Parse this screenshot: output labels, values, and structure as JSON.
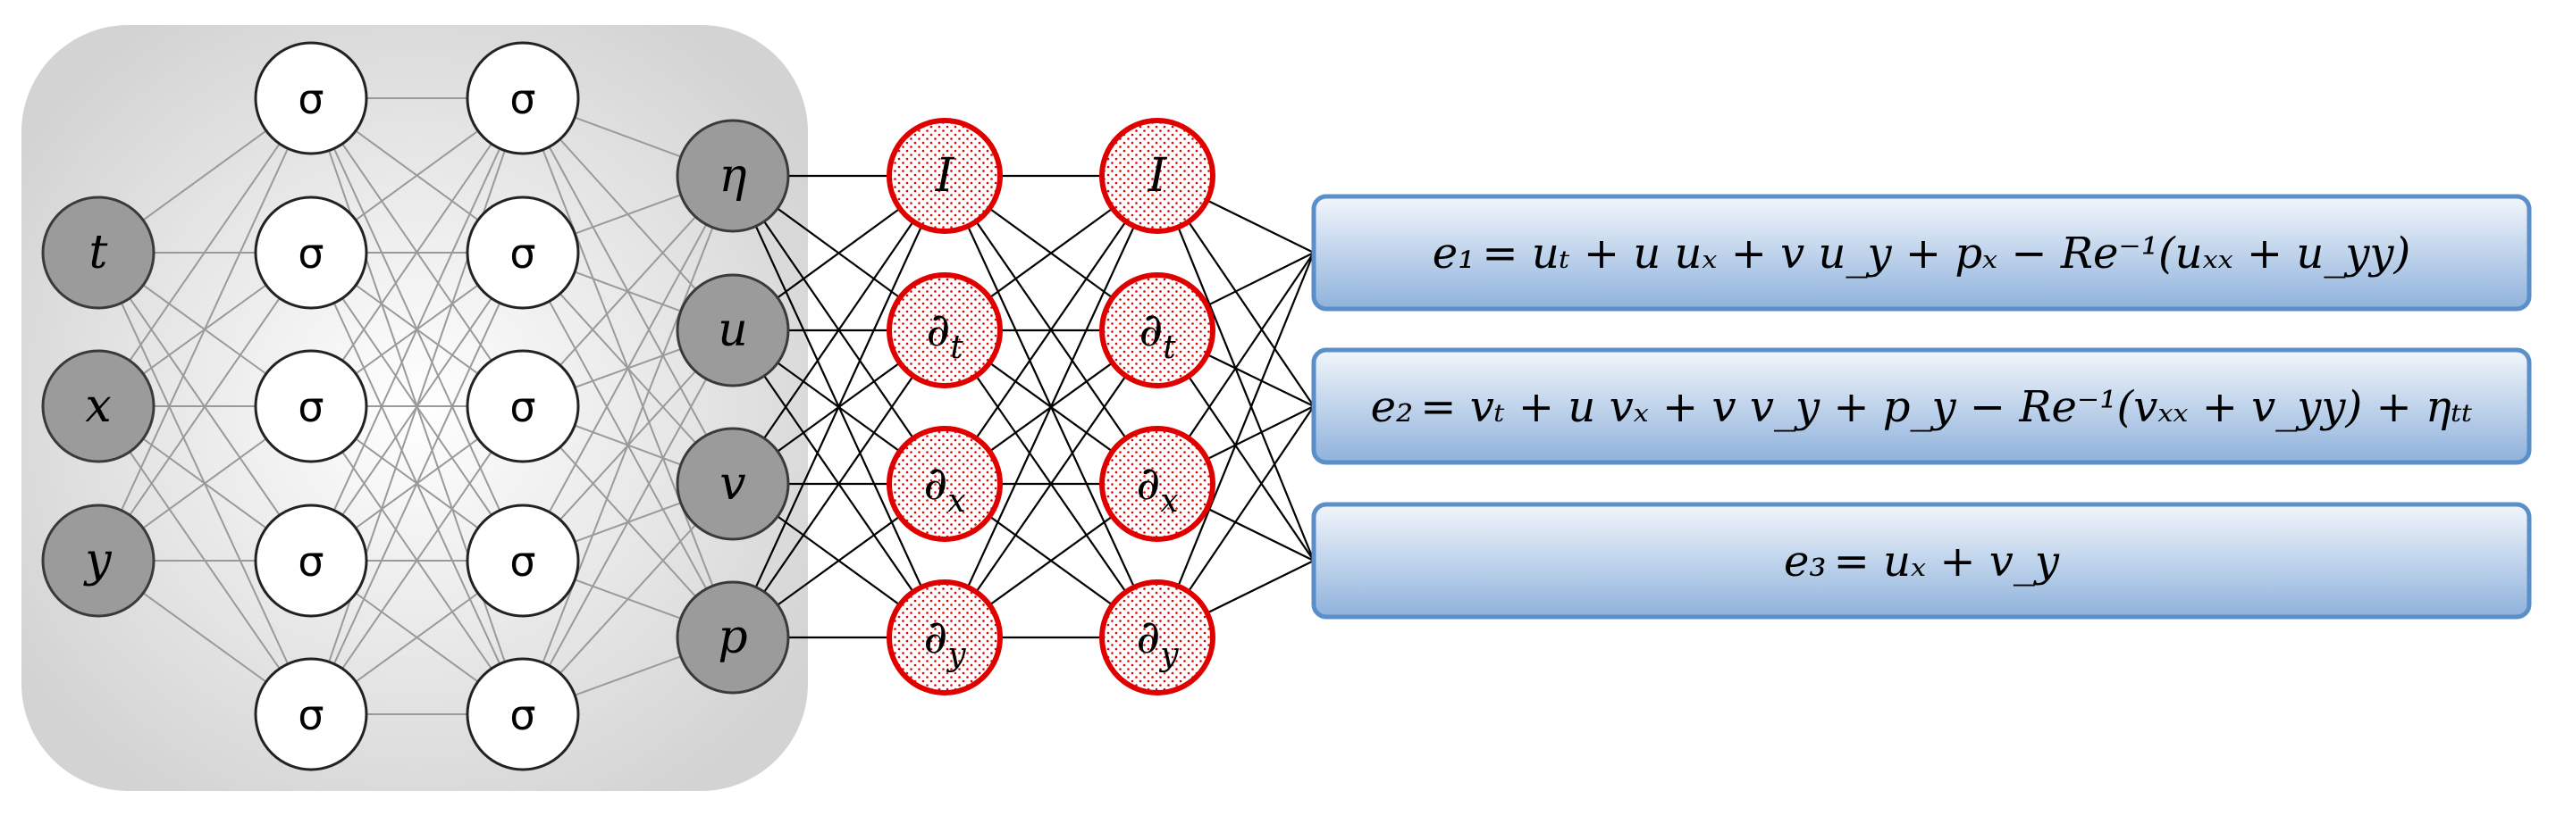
{
  "colors": {
    "input_node_fill": "#9b9b9b",
    "hidden_node_fill": "#ffffff",
    "output_node_fill": "#9b9b9b",
    "operator_border": "#e00000",
    "operator_dots": "#e00000",
    "equation_fill_top": "#eef4fb",
    "equation_fill_bottom": "#8fb2dc",
    "equation_border": "#5b8fc9",
    "network_panel": "#d6d6d6"
  },
  "network": {
    "inputs": [
      "t",
      "x",
      "y"
    ],
    "hidden_layer_1": [
      "σ",
      "σ",
      "σ",
      "σ",
      "σ"
    ],
    "hidden_layer_2": [
      "σ",
      "σ",
      "σ",
      "σ",
      "σ"
    ],
    "outputs": [
      "η",
      "u",
      "v",
      "p"
    ]
  },
  "operators": {
    "layer_1": [
      {
        "symbol": "I",
        "sub": ""
      },
      {
        "symbol": "∂",
        "sub": "t"
      },
      {
        "symbol": "∂",
        "sub": "x"
      },
      {
        "symbol": "∂",
        "sub": "y"
      }
    ],
    "layer_2": [
      {
        "symbol": "I",
        "sub": ""
      },
      {
        "symbol": "∂",
        "sub": "t"
      },
      {
        "symbol": "∂",
        "sub": "x"
      },
      {
        "symbol": "∂",
        "sub": "y"
      }
    ]
  },
  "equations": [
    {
      "lhs": "e₁",
      "rhs": "= uₜ + u uₓ + v u_y + pₓ − Re⁻¹(uₓₓ + u_yy)"
    },
    {
      "lhs": "e₂",
      "rhs": "= vₜ + u vₓ + v v_y + p_y − Re⁻¹(vₓₓ + v_yy) + ηₜₜ"
    },
    {
      "lhs": "e₃",
      "rhs": "= uₓ + v_y"
    }
  ]
}
